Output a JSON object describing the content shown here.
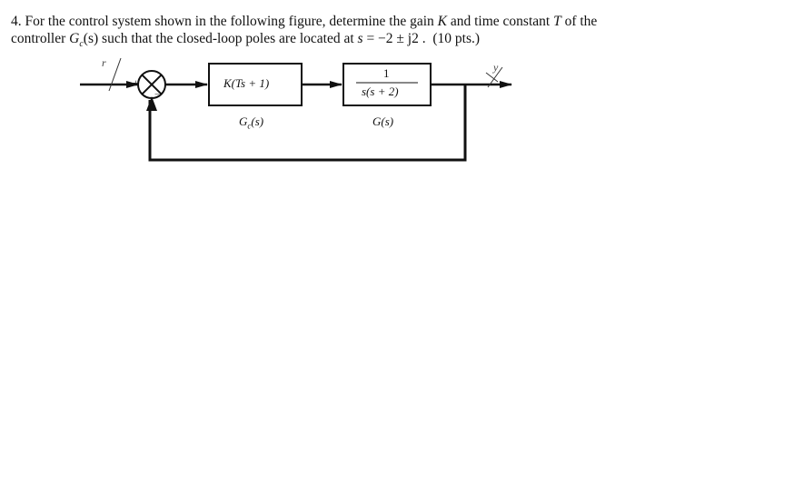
{
  "problem": {
    "number": "4.",
    "line1_a": "For the control system shown in the following figure, determine the gain ",
    "K": "K",
    "line1_b": " and time constant ",
    "T": "T",
    "line1_c": " of the",
    "line2_a": "controller ",
    "Gc": "G",
    "Gc_sub": "c",
    "Gc_arg": "(s)",
    "line2_b": " such that the closed-loop poles are located at ",
    "s": "s",
    "poles": " = −2 ± j2 .",
    "points": "(10 pts.)"
  },
  "diagram": {
    "input_label": "r",
    "output_label": "y",
    "sum_plus": "+",
    "sum_minus": "−",
    "controller_tf": "K(Ts + 1)",
    "controller_name": "G",
    "controller_name_sub": "c",
    "controller_name_arg": "(s)",
    "plant_num": "1",
    "plant_den": "s(s + 2)",
    "plant_name": "G(s)"
  }
}
